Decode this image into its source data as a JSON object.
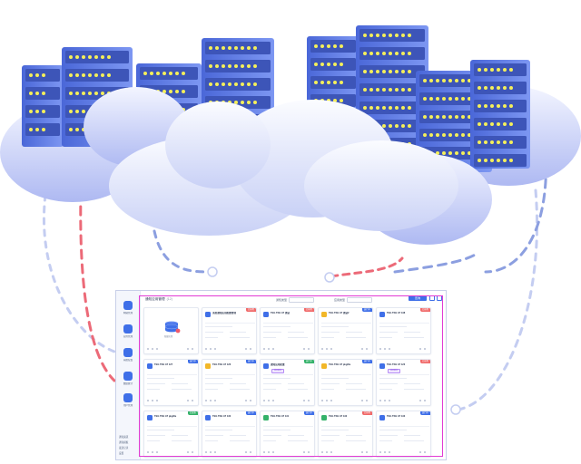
{
  "colors": {
    "server_body": "#5a78e6",
    "server_light": "#8aa3f7",
    "led": "#f4ef5a",
    "cloud_top": "#eef1ff",
    "cloud_bottom": "#b7c1f4",
    "dash_blue": "#6f86d9",
    "dash_red": "#ec6a78",
    "frame_pink": "#e23bd4",
    "accent": "#3f6fe8"
  },
  "icons": [
    "server-rack-icon",
    "cloud-icon",
    "database-icon",
    "app-icon"
  ],
  "dashboard": {
    "title": "通知应用管理",
    "count": "(12)",
    "filter1": "通知类型",
    "filter2": "应用类型",
    "search": "查询",
    "sidebar": [
      {
        "label": "网站管理"
      },
      {
        "label": "应用管理"
      },
      {
        "label": "系统配置"
      },
      {
        "label": "数据统计"
      },
      {
        "label": "用户管理"
      }
    ],
    "sidebar_footer": [
      "通知渠道",
      "通知模板",
      "发送记录",
      "设置"
    ]
  },
  "cards": [
    {
      "name": "",
      "tag": "",
      "tag_color": "",
      "icon_color": "#3f6fe8",
      "empty": true,
      "caption": "新建应用"
    },
    {
      "name": "消息通知应用配置管理",
      "tag": "已停用",
      "tag_color": "#f06a6a",
      "icon_color": "#3f6fe8"
    },
    {
      "name": "TEG TKE AT 测试",
      "tag": "已停用",
      "tag_color": "#f06a6a",
      "icon_color": "#3f6fe8"
    },
    {
      "name": "TEG TKE AT 测试2",
      "tag": "运行中",
      "tag_color": "#3f6fe8",
      "icon_color": "#f2b728"
    },
    {
      "name": "TEG TKE AT 138",
      "tag": "已停用",
      "tag_color": "#f06a6a",
      "icon_color": "#3f6fe8"
    },
    {
      "name": "TEG TKE AT 127",
      "tag": "运行中",
      "tag_color": "#3f6fe8",
      "icon_color": "#3f6fe8"
    },
    {
      "name": "TEG TKE AT 126",
      "tag": "运行中",
      "tag_color": "#3f6fe8",
      "icon_color": "#f2b728"
    },
    {
      "name": "通知应用配置",
      "tag": "运行中",
      "tag_color": "#35b26a",
      "icon_color": "#3f6fe8",
      "pill": "消息推送"
    },
    {
      "name": "TEG TKE AT pkgfile",
      "tag": "运行中",
      "tag_color": "#3f6fe8",
      "icon_color": "#f2b728"
    },
    {
      "name": "TEG TKE AT 123",
      "tag": "已停用",
      "tag_color": "#f06a6a",
      "icon_color": "#3f6fe8",
      "pill": "消息推送"
    },
    {
      "name": "TEG TKE AT pkgfile",
      "tag": "已发布",
      "tag_color": "#35b26a",
      "icon_color": "#3f6fe8"
    },
    {
      "name": "TEG TKE AT 130",
      "tag": "运行中",
      "tag_color": "#3f6fe8",
      "icon_color": "#3f6fe8"
    },
    {
      "name": "TEG TKE AT 131",
      "tag": "运行中",
      "tag_color": "#3f6fe8",
      "icon_color": "#35b26a"
    },
    {
      "name": "TEG TKE AT 132",
      "tag": "已停用",
      "tag_color": "#f06a6a",
      "icon_color": "#35b26a"
    },
    {
      "name": "TEG TKE AT 133",
      "tag": "运行中",
      "tag_color": "#3f6fe8",
      "icon_color": "#3f6fe8"
    }
  ]
}
